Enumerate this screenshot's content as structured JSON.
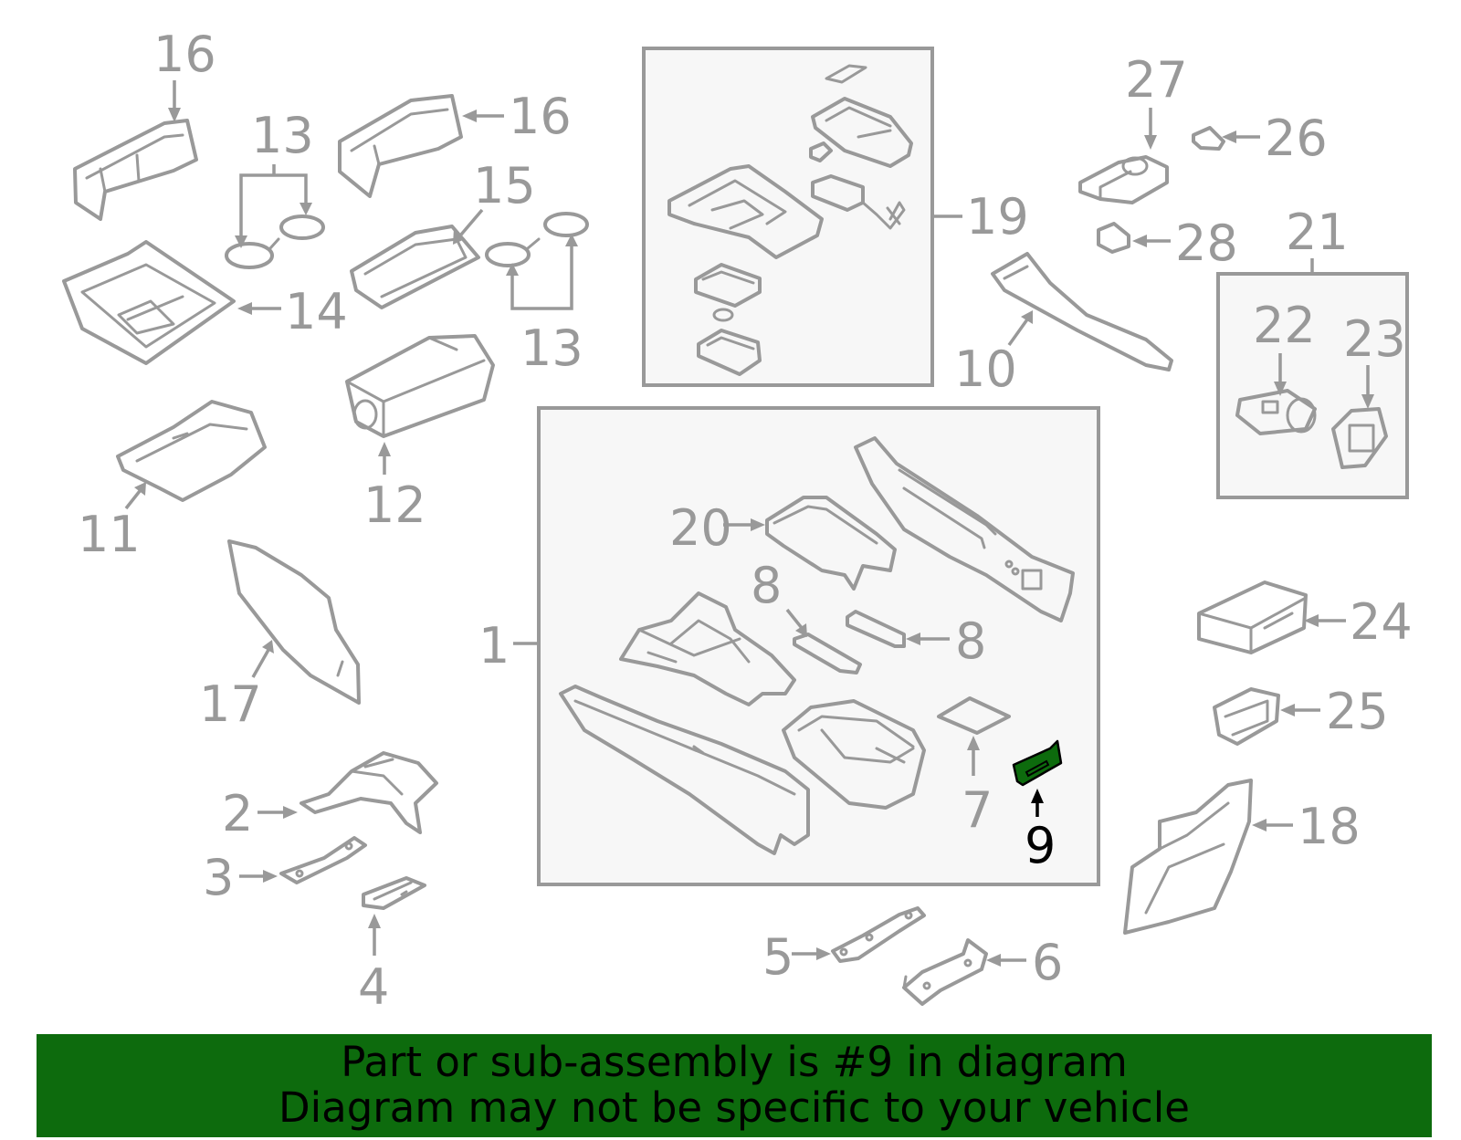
{
  "callouts": {
    "c1": "1",
    "c2": "2",
    "c3": "3",
    "c4": "4",
    "c5": "5",
    "c6": "6",
    "c7": "7",
    "c8a": "8",
    "c8b": "8",
    "c9": "9",
    "c10": "10",
    "c11": "11",
    "c12": "12",
    "c13a": "13",
    "c13b": "13",
    "c14": "14",
    "c15": "15",
    "c16a": "16",
    "c16b": "16",
    "c17": "17",
    "c18": "18",
    "c19": "19",
    "c20": "20",
    "c21": "21",
    "c22": "22",
    "c23": "23",
    "c24": "24",
    "c25": "25",
    "c26": "26",
    "c27": "27",
    "c28": "28"
  },
  "highlight": {
    "part_number": "9",
    "color": "#0d6b0d"
  },
  "colors": {
    "line": "#999999",
    "box_fill": "#f7f7f7",
    "banner": "#0d6b0d",
    "highlight_text": "#000000"
  },
  "banner": {
    "line1": "Part or sub-assembly is #9 in diagram",
    "line2": "Diagram may not be specific to your vehicle"
  }
}
